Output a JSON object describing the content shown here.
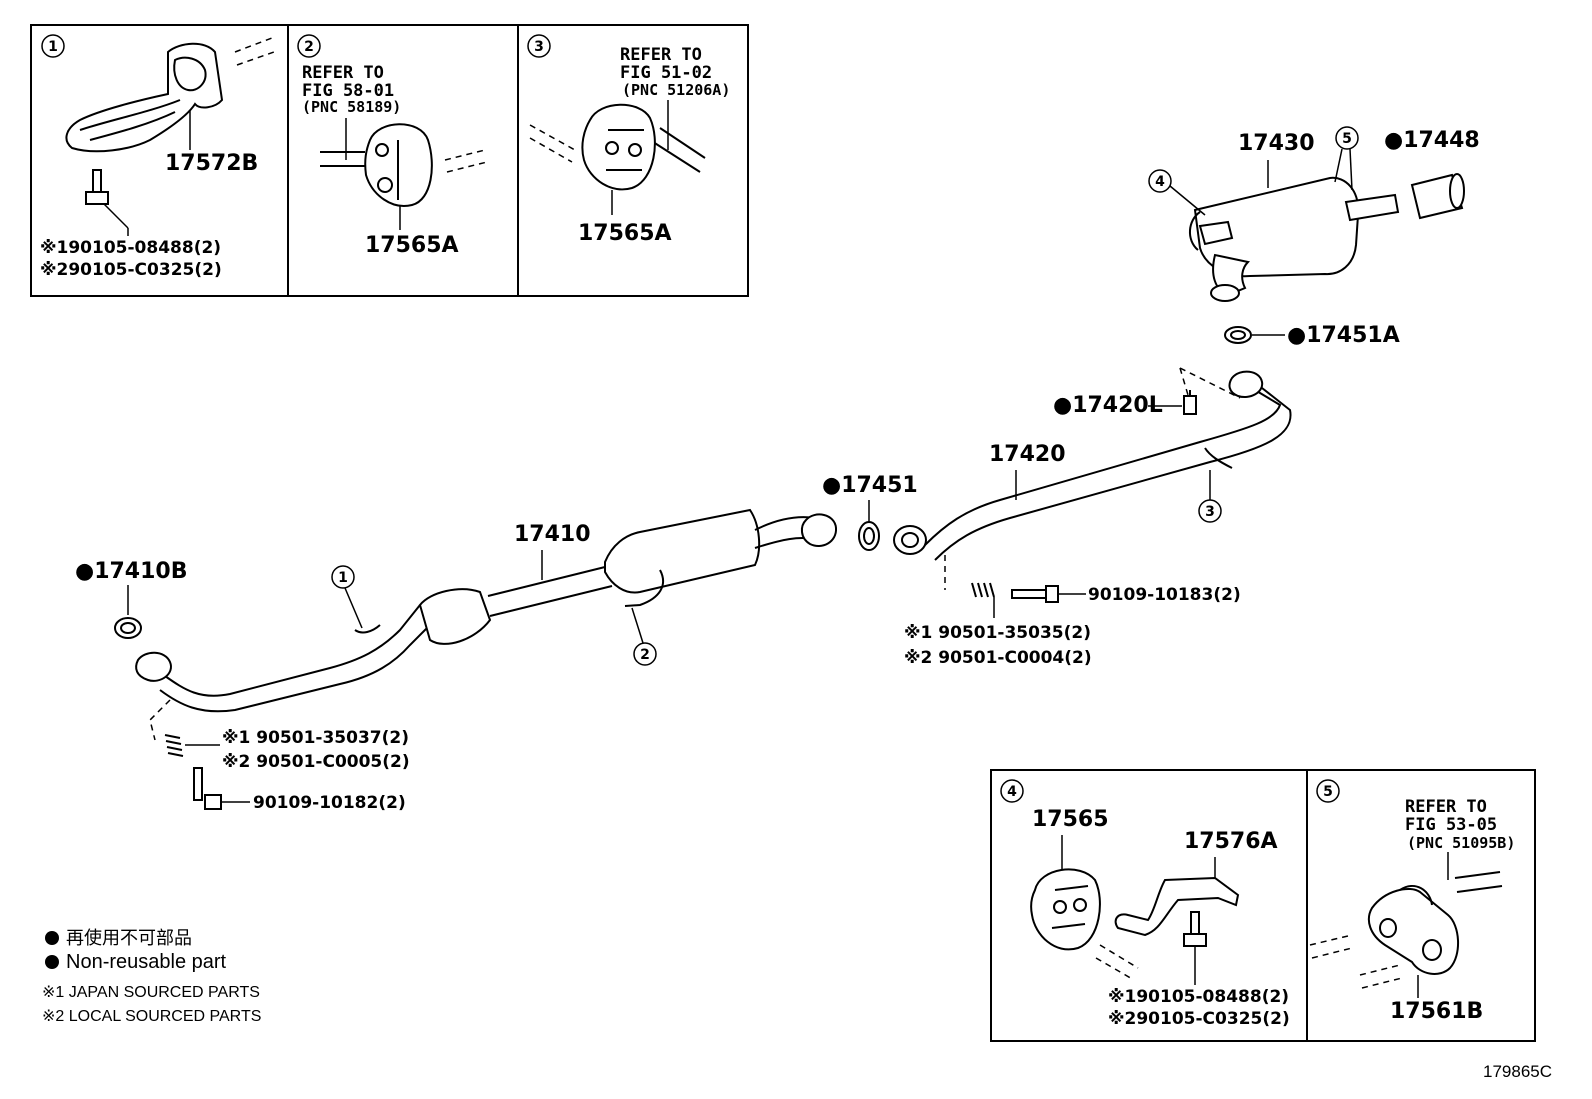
{
  "figure_id": "179865C",
  "legend": {
    "jp_non_reusable": "再使用不可部品",
    "non_reusable": "Non-reusable part",
    "note1": "※1 JAPAN SOURCED PARTS",
    "note2": "※2 LOCAL SOURCED PARTS"
  },
  "inset1": {
    "number": "1",
    "part": "17572B",
    "bolt1": "※190105-08488(2)",
    "bolt2": "※290105-C0325(2)"
  },
  "inset2": {
    "number": "2",
    "refer_line1": "REFER TO",
    "refer_line2": "FIG 58-01",
    "refer_line3": "(PNC 58189)",
    "part": "17565A"
  },
  "inset3": {
    "number": "3",
    "refer_line1": "REFER TO",
    "refer_line2": "FIG 51-02",
    "refer_line3": "(PNC 51206A)",
    "part": "17565A"
  },
  "inset4": {
    "number": "4",
    "part_a": "17565",
    "part_b": "17576A",
    "bolt1": "※190105-08488(2)",
    "bolt2": "※290105-C0325(2)"
  },
  "inset5": {
    "number": "5",
    "refer_line1": "REFER TO",
    "refer_line2": "FIG 53-05",
    "refer_line3": "(PNC 51095B)",
    "part": "17561B"
  },
  "main": {
    "p17430": "17430",
    "p17448": "●17448",
    "p17451A": "●17451A",
    "p17420L": "●17420L",
    "p17420": "17420",
    "p17451": "●17451",
    "p17410": "17410",
    "p17410B": "●17410B",
    "bolt_rear": "90109-10183(2)",
    "spring_rear1": "※1 90501-35035(2)",
    "spring_rear2": "※2 90501-C0004(2)",
    "spring_front1": "※1 90501-35037(2)",
    "spring_front2": "※2 90501-C0005(2)",
    "bolt_front": "90109-10182(2)",
    "callout_1": "1",
    "callout_2": "2",
    "callout_3": "3",
    "callout_4": "4",
    "callout_5": "5"
  }
}
